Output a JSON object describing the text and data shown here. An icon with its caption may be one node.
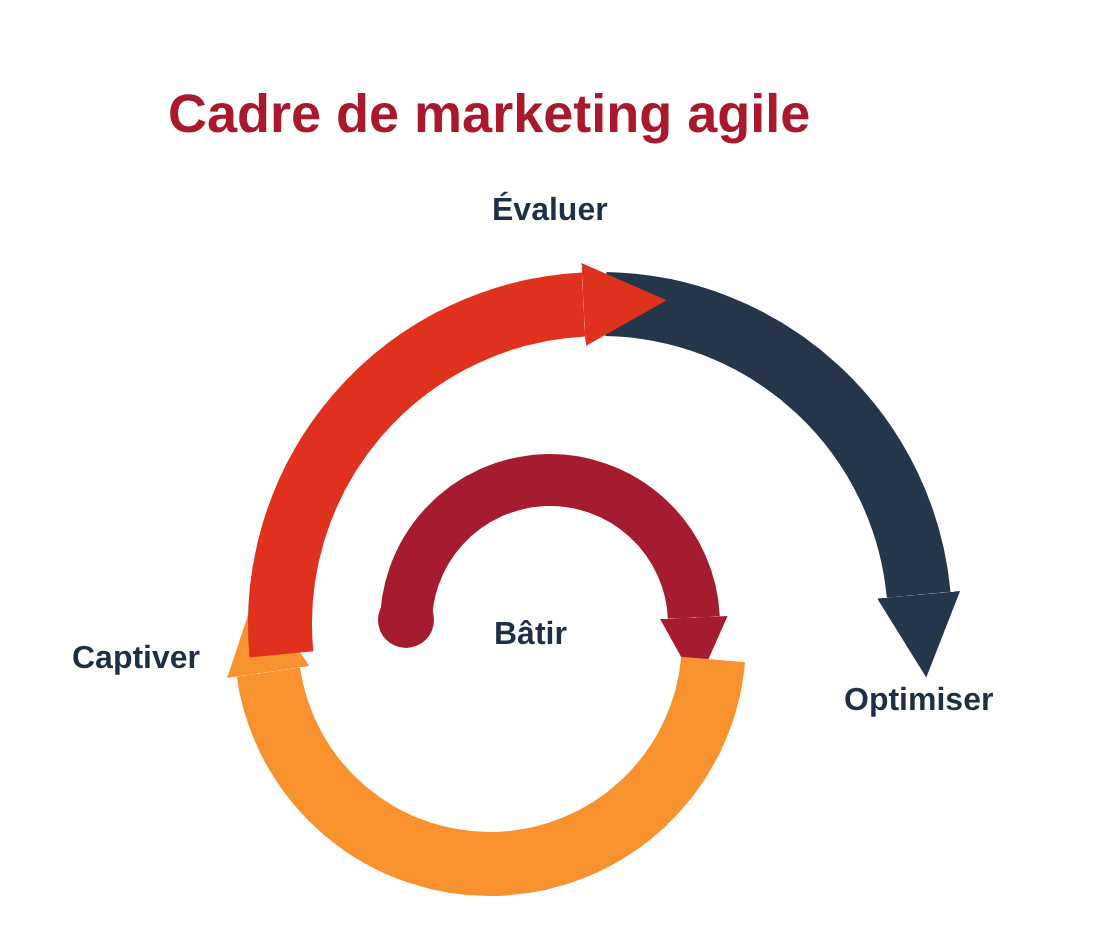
{
  "diagram": {
    "title": "Cadre de marketing agile",
    "nodes": [
      {
        "text": [
          "Évaluer"
        ]
      },
      {
        "text": [
          "Captiver"
        ]
      },
      {
        "text": [
          "Bâtir"
        ]
      },
      {
        "text": [
          "Optimiser"
        ]
      },
      {
        "text": [],
        "shape": "circle"
      }
    ],
    "edges": [
      {
        "from": 1,
        "to": 0,
        "arrow": "to",
        "color": "#e0301e"
      },
      {
        "from": 0,
        "to": 3,
        "arrow": "to",
        "color": "#25364a"
      },
      {
        "from": null,
        "to": 1,
        "arrow": "to",
        "color": "#f7922f"
      },
      {
        "from": 4,
        "to": 2,
        "arrow": "to",
        "color": "#a51c30"
      }
    ]
  }
}
